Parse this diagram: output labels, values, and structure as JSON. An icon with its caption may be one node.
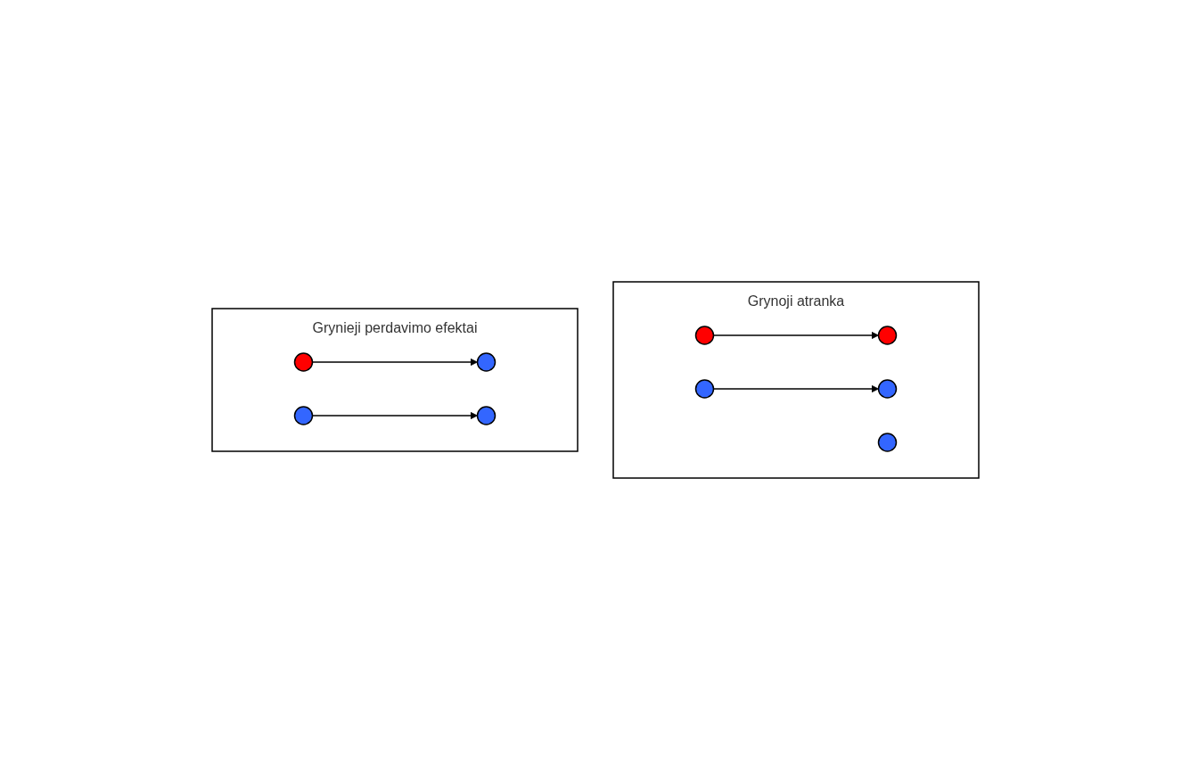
{
  "diagram": {
    "nodes": [
      {
        "text": [
          "Grynoji atranka"
        ]
      },
      {
        "text": [],
        "shape": "circle",
        "in": 0
      },
      {
        "text": [],
        "shape": "circle",
        "in": 0
      },
      {
        "text": [],
        "shape": "circle",
        "in": 0
      },
      {
        "text": [],
        "shape": "circle",
        "in": 0
      },
      {
        "text": [],
        "shape": "circle",
        "in": 0
      },
      {
        "text": [
          "Grynieji perdavimo efektai"
        ]
      },
      {
        "text": [],
        "shape": "circle",
        "in": 6
      },
      {
        "text": [],
        "shape": "circle",
        "in": 6
      },
      {
        "text": [],
        "shape": "circle",
        "in": 6
      },
      {
        "text": [],
        "shape": "circle",
        "in": 6
      }
    ],
    "edges": [
      {
        "from": 1,
        "to": 2,
        "arrow": "to"
      },
      {
        "from": 3,
        "to": 4,
        "arrow": "to"
      },
      {
        "from": 7,
        "to": 10,
        "arrow": "to"
      },
      {
        "from": 8,
        "to": 9,
        "arrow": "to"
      }
    ]
  }
}
